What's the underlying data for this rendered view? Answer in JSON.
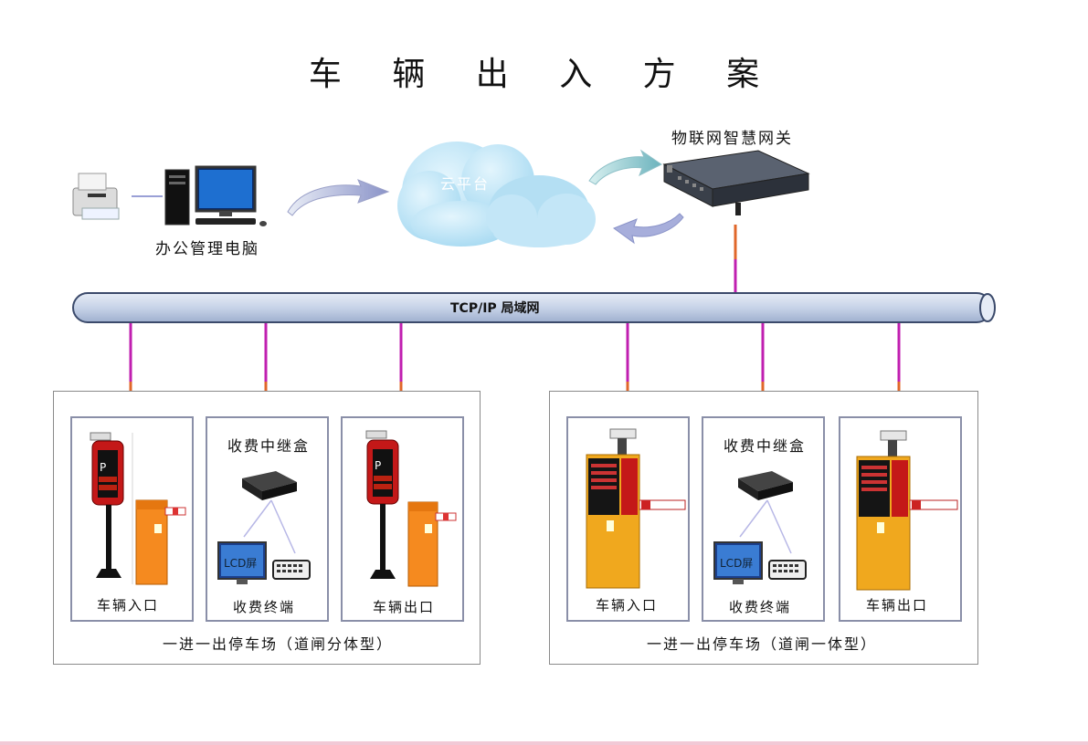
{
  "title": "车 辆 出 入 方 案",
  "top": {
    "office_label": "办公管理电脑",
    "cloud_label": "云平台",
    "gateway_label": "物联网智慧网关"
  },
  "bus_label": "TCP/IP   局域网",
  "groups": [
    {
      "caption": "一进一出停车场（道闸分体型）",
      "entry_label": "车辆入口",
      "relay_title": "收费中继盒",
      "terminal_label": "收费终端",
      "lcd_label": "LCD屏",
      "exit_label": "车辆出口"
    },
    {
      "caption": "一进一出停车场（道闸一体型）",
      "entry_label": "车辆入口",
      "relay_title": "收费中继盒",
      "terminal_label": "收费终端",
      "lcd_label": "LCD屏",
      "exit_label": "车辆出口"
    }
  ],
  "colors": {
    "pipe": "#c7d3e8",
    "pipe_edge": "#3b4a6b",
    "link_magenta": "#c01fb0",
    "link_orange": "#e0672a",
    "cloud": "#b7e2f5",
    "gate_orange": "#f58a1f",
    "machine_yellow": "#f0a81e",
    "card_border": "#8a8fa8"
  }
}
